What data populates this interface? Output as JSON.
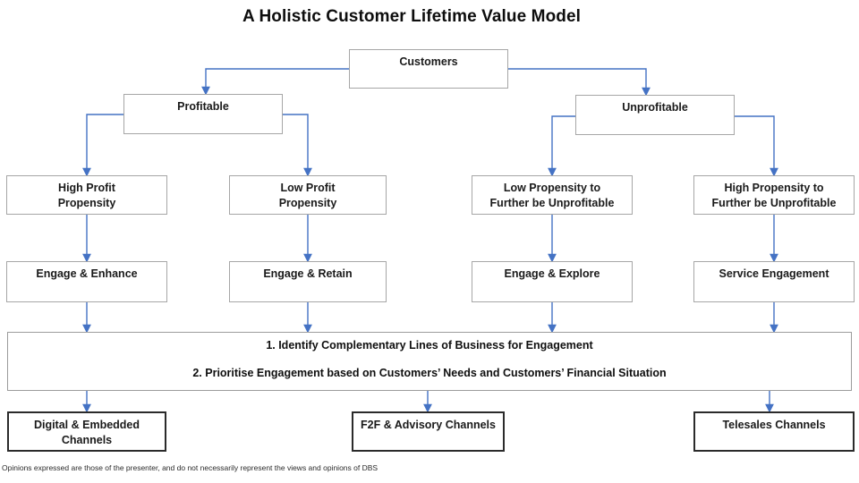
{
  "title": "A Holistic Customer Lifetime Value Model",
  "diagram": {
    "root": "Customers",
    "branches": [
      "Profitable",
      "Unprofitable"
    ],
    "segments": [
      "High Profit\nPropensity",
      "Low Profit\nPropensity",
      "Low Propensity to\nFurther be Unprofitable",
      "High Propensity to\nFurther be Unprofitable"
    ],
    "strategies": [
      "Engage & Enhance",
      "Engage & Retain",
      "Engage & Explore",
      "Service Engagement"
    ],
    "process": {
      "line1": "1. Identify Complementary Lines of Business for Engagement",
      "line2": "2. Prioritise Engagement based on Customers’ Needs and Customers’ Financial Situation"
    },
    "channels": [
      "Digital & Embedded\nChannels",
      "F2F & Advisory Channels",
      "Telesales Channels"
    ]
  },
  "footer": "Opinions expressed are those of the presenter, and do not necessarily represent the views and opinions of DBS",
  "colors": {
    "arrow": "#4472C4",
    "box_border": "#A6A6A6",
    "channel_border": "#2B2B2B",
    "label_text": "#1A1A1A"
  }
}
